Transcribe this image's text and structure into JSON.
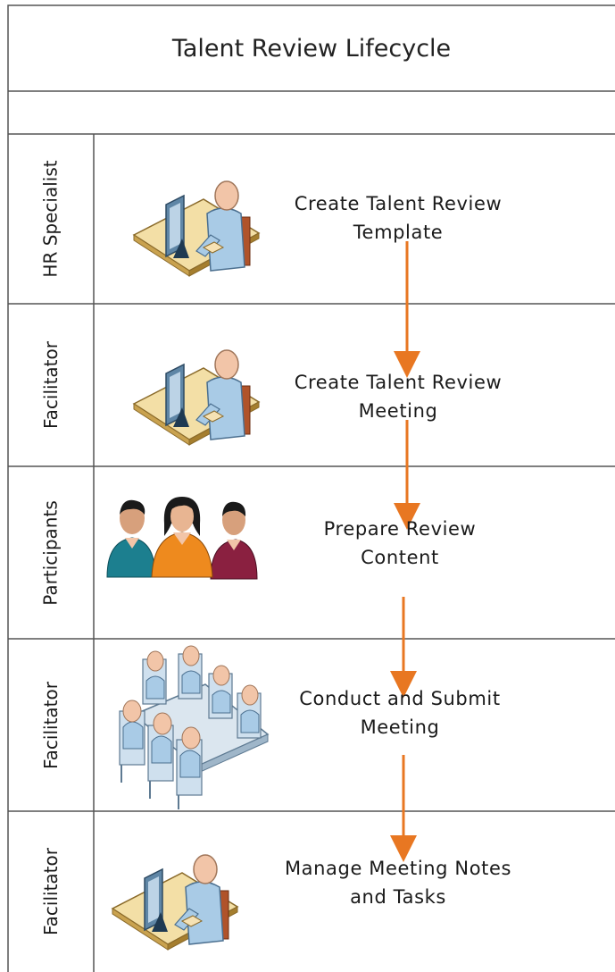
{
  "diagram": {
    "title": "Talent Review Lifecycle",
    "lanes": [
      {
        "role": "HR Specialist",
        "icon": "person-at-desk-icon",
        "step_line1": "Create Talent Review",
        "step_line2": "Template"
      },
      {
        "role": "Facilitator",
        "icon": "person-at-desk-icon",
        "step_line1": "Create Talent Review",
        "step_line2": "Meeting"
      },
      {
        "role": "Participants",
        "icon": "group-of-people-icon",
        "step_line1": "Prepare Review",
        "step_line2": "Content"
      },
      {
        "role": "Facilitator",
        "icon": "meeting-table-icon",
        "step_line1": "Conduct and Submit",
        "step_line2": "Meeting"
      },
      {
        "role": "Facilitator",
        "icon": "person-at-desk-icon",
        "step_line1": "Manage Meeting Notes",
        "step_line2": "and Tasks"
      }
    ],
    "colors": {
      "arrow": "#e87722",
      "border": "#555555",
      "desk_top": "#f3dfa6",
      "monitor": "#5f86a6",
      "shirt": "#a9cbe6",
      "skin": "#f2c5a8",
      "teal": "#1c7f8f",
      "orange": "#ee8a1e",
      "maroon": "#8a2040"
    }
  }
}
